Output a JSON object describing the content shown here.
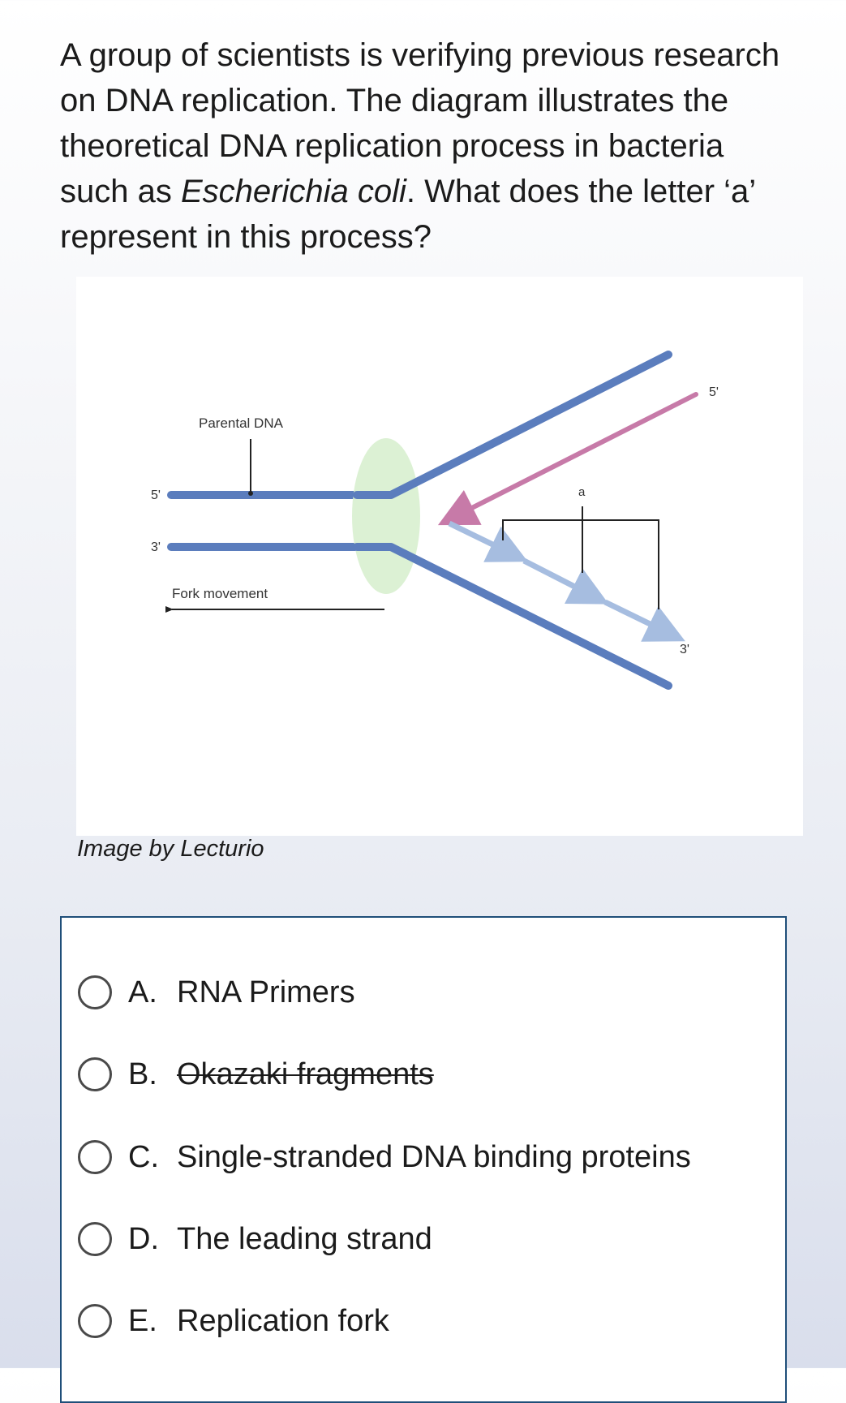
{
  "question": {
    "text_before": "A group of scientists is verifying previous research on DNA replication. The diagram illustrates the theoretical DNA replication process in bacteria such as ",
    "organism": "Escherichia coli",
    "text_after": ". What does the letter ‘a’ represent in this process?"
  },
  "diagram": {
    "parental_label": "Parental DNA",
    "left_5_label": "5'",
    "left_3_label": "3'",
    "fork_movement_label": "Fork movement",
    "a_label": "a",
    "right_5_label": "5'",
    "right_3_label": "3'",
    "colors": {
      "parental_strand": "#5b7dbd",
      "leading_strand": "#c77aa8",
      "okazaki_fragments": "#a6bde0",
      "helicase": "#d8efcf",
      "bracket": "#222222"
    }
  },
  "caption": "Image by Lecturio",
  "options": [
    {
      "letter": "A.",
      "text": "RNA Primers",
      "struck": false
    },
    {
      "letter": "B.",
      "text": "Okazaki fragments",
      "struck": true
    },
    {
      "letter": "C.",
      "text": "Single-stranded DNA binding proteins",
      "struck": false
    },
    {
      "letter": "D.",
      "text": "The leading strand",
      "struck": false
    },
    {
      "letter": "E.",
      "text": "Replication fork",
      "struck": false
    }
  ]
}
